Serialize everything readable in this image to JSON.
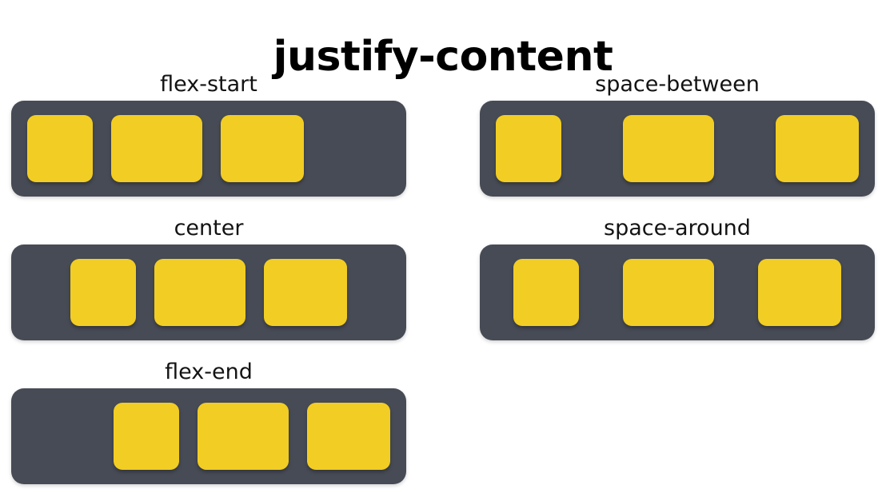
{
  "title": "justify-content",
  "colors": {
    "background": "#ffffff",
    "container": "#474b55",
    "item": "#f2cd23",
    "title_text": "#000000",
    "label_text": "#131313"
  },
  "demos": [
    {
      "id": "flex-start",
      "label": "flex-start",
      "justify_content": "flex-start",
      "item_widths": [
        82,
        114,
        104
      ]
    },
    {
      "id": "center",
      "label": "center",
      "justify_content": "center",
      "item_widths": [
        82,
        114,
        104
      ]
    },
    {
      "id": "flex-end",
      "label": "flex-end",
      "justify_content": "flex-end",
      "item_widths": [
        82,
        114,
        104
      ]
    },
    {
      "id": "space-between",
      "label": "space-between",
      "justify_content": "space-between",
      "item_widths": [
        82,
        114,
        104
      ]
    },
    {
      "id": "space-around",
      "label": "space-around",
      "justify_content": "space-around",
      "item_widths": [
        82,
        114,
        104
      ]
    }
  ]
}
